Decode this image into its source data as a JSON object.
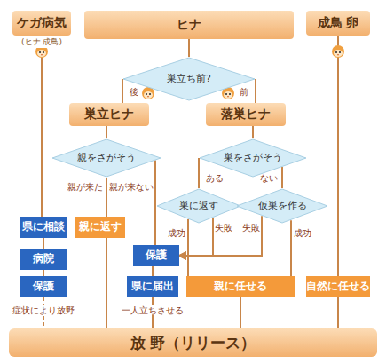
{
  "diagram": {
    "nodes": [
      {
        "text": [
          "ケガ病気",
          "(ヒナ 成鳥)"
        ]
      },
      {
        "text": [
          "ヒナ"
        ]
      },
      {
        "text": [
          "成鳥 卵"
        ]
      },
      {
        "text": [
          "巣立ち前?"
        ]
      },
      {
        "text": [
          "巣立ヒナ"
        ]
      },
      {
        "text": [
          "落巣ヒナ"
        ]
      },
      {
        "text": [
          "親をさがそう"
        ]
      },
      {
        "text": [
          "巣をさがそう"
        ]
      },
      {
        "text": [
          "巣に返す"
        ]
      },
      {
        "text": [
          "仮巣を作る"
        ]
      },
      {
        "text": [
          "県に相談"
        ]
      },
      {
        "text": [
          "親に返す"
        ]
      },
      {
        "text": [
          "病院"
        ]
      },
      {
        "text": [
          "保護"
        ]
      },
      {
        "text": [
          "保護"
        ]
      },
      {
        "text": [
          "県に届出"
        ]
      },
      {
        "text": [
          "親に任せる"
        ]
      },
      {
        "text": [
          "自然に任せる"
        ]
      },
      {
        "text": [
          "放 野（リリース）"
        ]
      }
    ],
    "edges": [
      {
        "from": 0,
        "to": 10,
        "arrow": "none"
      },
      {
        "from": 10,
        "to": 12,
        "arrow": "none"
      },
      {
        "from": 12,
        "to": 14,
        "arrow": "none"
      },
      {
        "from": 14,
        "to": 18,
        "label": "症状により放野",
        "arrow": "none"
      },
      {
        "from": 1,
        "to": 3,
        "arrow": "none"
      },
      {
        "from": 3,
        "to": 4,
        "label": "後",
        "arrow": "none"
      },
      {
        "from": 3,
        "to": 5,
        "label": "前",
        "arrow": "none"
      },
      {
        "from": 4,
        "to": 6,
        "arrow": "none"
      },
      {
        "from": 6,
        "to": 11,
        "label": "親が来た",
        "arrow": "none"
      },
      {
        "from": 6,
        "to": 13,
        "label": "親が来ない",
        "arrow": "none"
      },
      {
        "from": 11,
        "to": 18,
        "arrow": "none"
      },
      {
        "from": 13,
        "to": 15,
        "arrow": "none"
      },
      {
        "from": 15,
        "to": 18,
        "label": "一人立ちさせる",
        "arrow": "none"
      },
      {
        "from": 5,
        "to": 7,
        "arrow": "none"
      },
      {
        "from": 7,
        "to": 8,
        "label": "ある",
        "arrow": "none"
      },
      {
        "from": 7,
        "to": 9,
        "label": "ない",
        "arrow": "none"
      },
      {
        "from": 8,
        "to": 16,
        "label": "成功",
        "arrow": "none"
      },
      {
        "from": 8,
        "to": 13,
        "label": "失敗",
        "arrow": "to"
      },
      {
        "from": 9,
        "to": 13,
        "label": "失敗",
        "arrow": "to"
      },
      {
        "from": 9,
        "to": 16,
        "label": "成功",
        "arrow": "none"
      },
      {
        "from": 16,
        "to": 18,
        "arrow": "none"
      },
      {
        "from": 2,
        "to": 17,
        "arrow": "none"
      },
      {
        "from": 17,
        "to": 18,
        "arrow": "none"
      }
    ]
  }
}
